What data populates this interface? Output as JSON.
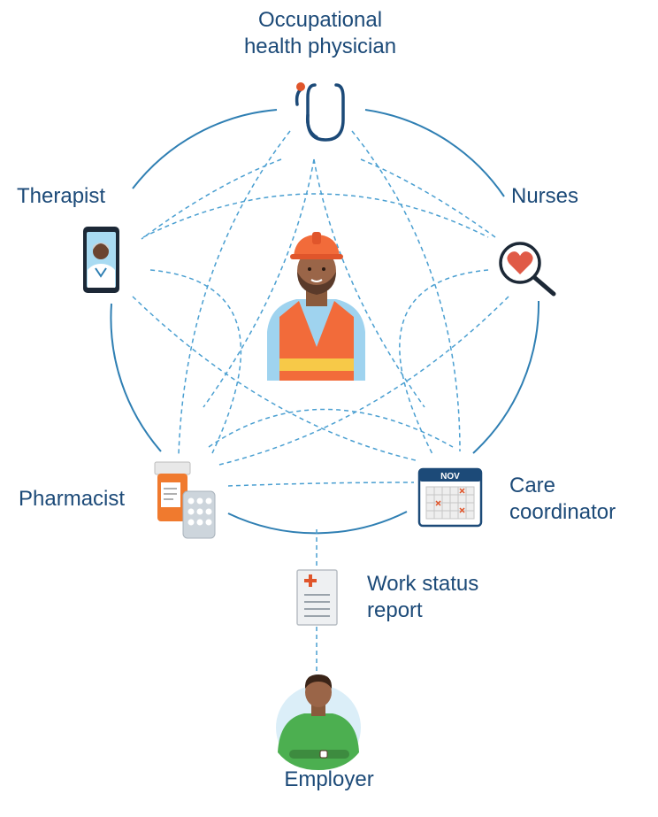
{
  "labels": {
    "ohp": [
      "Occupational",
      "health physician"
    ],
    "therapist": "Therapist",
    "nurses": "Nurses",
    "pharmacist": "Pharmacist",
    "care": [
      "Care",
      "coordinator"
    ],
    "work_status": [
      "Work status",
      "report"
    ],
    "employer": "Employer"
  },
  "calendar_month": "NOV",
  "colors": {
    "ring": "#2f7fb3",
    "dashed": "#4a9fd1",
    "text": "#1c4a78",
    "vest": "#f26b3a",
    "stripe": "#f7c948",
    "helmet": "#f26b3a",
    "shirt": "#9fd3ef",
    "skin": "#8a5a3c",
    "green": "#4caf50"
  },
  "icons": [
    "stethoscope-icon",
    "tablet-doctor-icon",
    "heart-magnifier-icon",
    "pill-bottle-icon",
    "calendar-icon",
    "report-icon",
    "worker-avatar",
    "employer-avatar"
  ]
}
